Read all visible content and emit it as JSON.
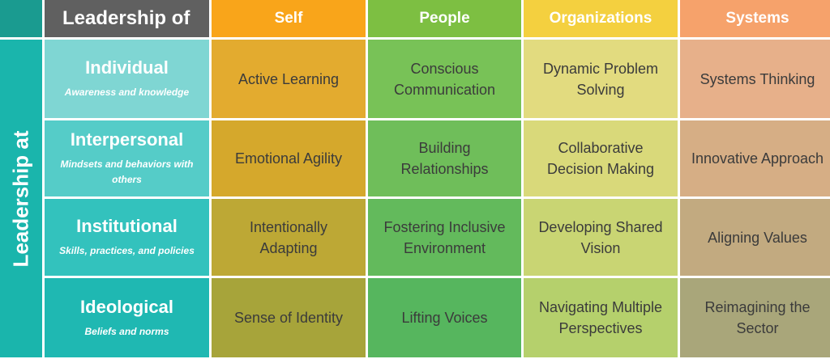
{
  "title": "Leadership of",
  "side_label": "Leadership at",
  "columns": [
    "Self",
    "People",
    "Organizations",
    "Systems"
  ],
  "rows": [
    {
      "title": "Individual",
      "subtitle": "Awareness and knowledge",
      "cells": [
        "Active Learning",
        "Conscious Communication",
        "Dynamic Problem Solving",
        "Systems Thinking"
      ]
    },
    {
      "title": "Interpersonal",
      "subtitle": "Mindsets and behaviors with others",
      "cells": [
        "Emotional Agility",
        "Building Relationships",
        "Collaborative Decision Making",
        "Innovative Approach"
      ]
    },
    {
      "title": "Institutional",
      "subtitle": "Skills, practices, and policies",
      "cells": [
        "Intentionally Adapting",
        "Fostering Inclusive Environment",
        "Developing Shared Vision",
        "Aligning Values"
      ]
    },
    {
      "title": "Ideological",
      "subtitle": "Beliefs and norms",
      "cells": [
        "Sense of Identity",
        "Lifting Voices",
        "Navigating Multiple Perspectives",
        "Reimagining the Sector"
      ]
    }
  ],
  "colors": {
    "column_headers": [
      "#f9a51a",
      "#7dbf42",
      "#f4d03f",
      "#f6a26b"
    ],
    "row_headers": [
      "#7fd6d3",
      "#55ccc8",
      "#33c2bd",
      "#1fb8b2"
    ],
    "cells": [
      [
        "#e3ab2f",
        "#78c257",
        "#e2db7f",
        "#e7b08a"
      ],
      [
        "#d5a82c",
        "#6fbe5a",
        "#d9d97a",
        "#d6ae85"
      ],
      [
        "#bda835",
        "#63ba5c",
        "#c9d573",
        "#c2aa80"
      ],
      [
        "#a7a43a",
        "#56b65e",
        "#b5d06c",
        "#a9a67a"
      ]
    ]
  }
}
